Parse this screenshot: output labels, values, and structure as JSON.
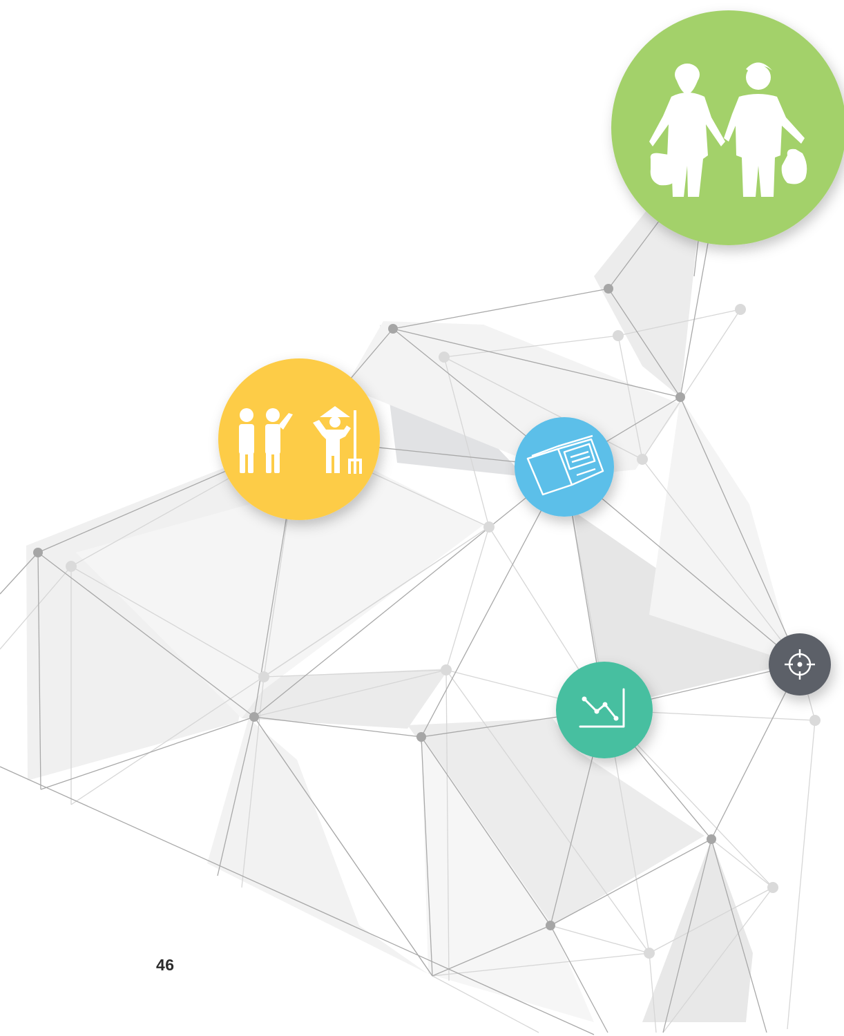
{
  "page": {
    "number": "46"
  },
  "colors": {
    "green": "#a3d16a",
    "yellow": "#fdcc47",
    "blue": "#5bbfe9",
    "teal": "#46bfa0",
    "slate": "#5b6068",
    "line_dark": "#a3a3a3",
    "line_light": "#d6d6d6",
    "node_dark": "#a6a6a6",
    "node_light": "#dadada"
  },
  "icons": [
    {
      "name": "women-carrying-water-icon",
      "color": "green"
    },
    {
      "name": "people-and-farmer-icon",
      "color": "yellow"
    },
    {
      "name": "open-book-icon",
      "color": "blue"
    },
    {
      "name": "declining-chart-icon",
      "color": "teal"
    },
    {
      "name": "target-crosshair-icon",
      "color": "slate"
    }
  ]
}
